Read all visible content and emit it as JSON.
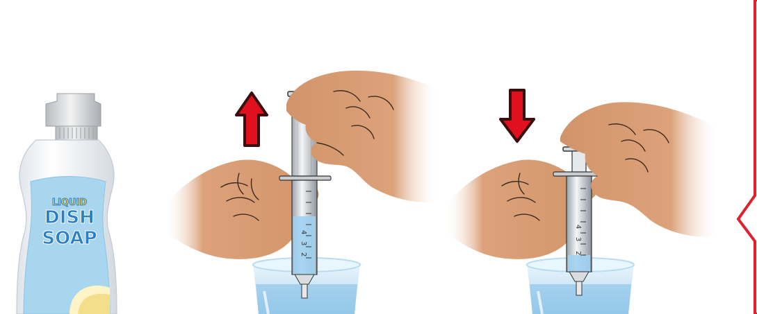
{
  "bottle": {
    "label_line1": "LIQUID",
    "label_line2": "DISH",
    "label_line3": "SOAP"
  },
  "syringe_scale": {
    "marks": [
      "4",
      "3",
      "2"
    ]
  },
  "panels": [
    {
      "step": "draw-up",
      "arrow": "up"
    },
    {
      "step": "push-down",
      "arrow": "down"
    }
  ],
  "colors": {
    "arrow_red": "#e0101e",
    "arrow_outline": "#3a0e0e",
    "skin": "#d89a6a",
    "skin_line": "#3b2a21",
    "liquid_blue": "#9fd0ef",
    "glass": "#cde8f7",
    "bottle_body": "#eef1f4",
    "label_blue": "#2b7fc8",
    "bubble_red": "#e2202c"
  }
}
